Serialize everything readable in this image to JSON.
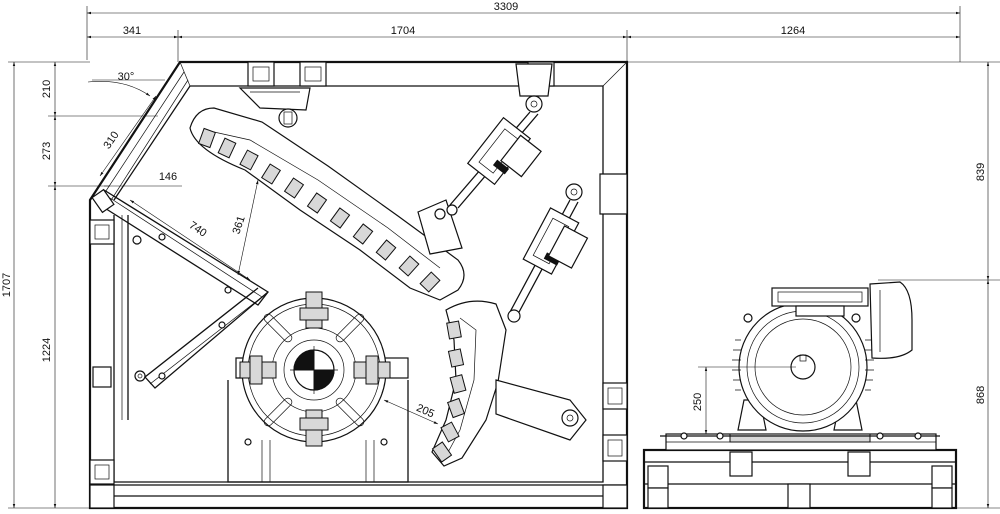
{
  "dimensions": {
    "overall_width": "3309",
    "crusher_width_left": "341",
    "crusher_width_main": "1704",
    "motor_section_width": "1264",
    "overall_height": "1707",
    "height_top": "210",
    "height_second": "273",
    "height_lower": "1224",
    "right_upper_height": "839",
    "right_lower_height": "868",
    "motor_shaft_height": "250",
    "angle": "30°",
    "feed_opening": "310",
    "gap_146": "146",
    "grate_length": "740",
    "apron_gap": "361",
    "rotor_gap": "205"
  }
}
